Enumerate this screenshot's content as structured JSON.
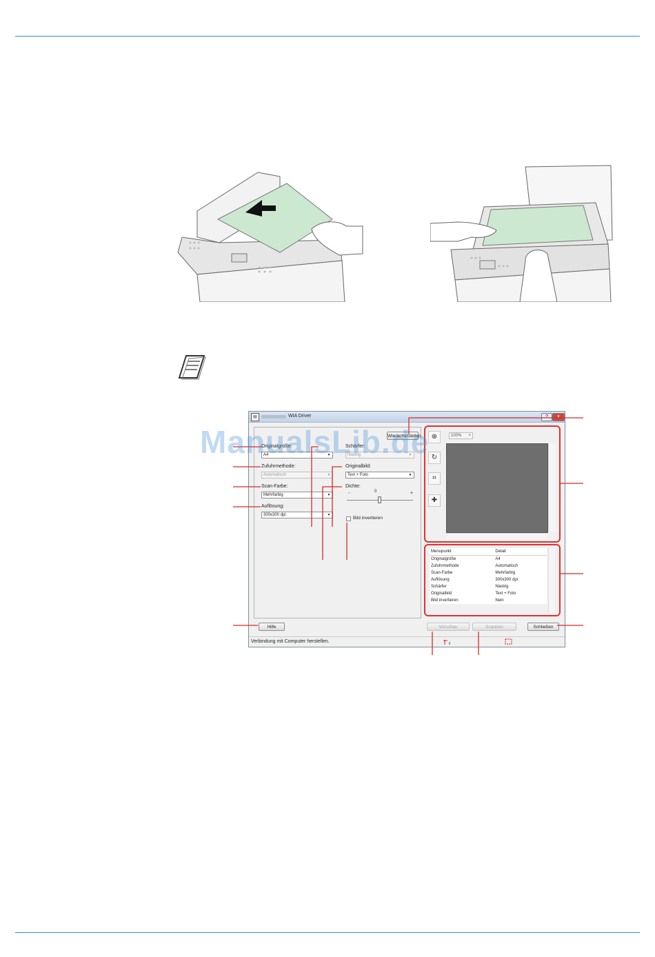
{
  "dialog": {
    "title": "WIA Driver",
    "help_icon": "?",
    "close_icon": "x",
    "restore_button": "Wiederherstellen",
    "labels": {
      "original_size": "Originalgröße:",
      "feed_method": "Zufuhrmethode:",
      "scan_color": "Scan-Farbe:",
      "resolution": "Auflösung:",
      "sharpness": "Schärfer:",
      "original_image": "Originalbild:",
      "density": "Dichte:",
      "invert": "Bild invertieren"
    },
    "values": {
      "original_size": "A4",
      "feed_method": "Automatisch",
      "scan_color": "Mehrfarbig",
      "resolution": "300x300 dpi",
      "sharpness": "Niedrig",
      "original_image": "Text + Foto",
      "density": "0",
      "invert_checked": false,
      "density_min_label": "-",
      "density_max_label": "+"
    },
    "preview": {
      "zoom": "100%",
      "zoom_plus": "+",
      "tools": [
        "zoom-icon",
        "rotate-icon",
        "crop-icon",
        "move-icon"
      ]
    },
    "info_table": {
      "headers": [
        "Menupunkt",
        "Detail"
      ],
      "rows": [
        [
          "Originalgröße",
          "A4"
        ],
        [
          "Zufuhrmethode",
          "Automatisch"
        ],
        [
          "Scan-Farbe",
          "Mehrfarbig"
        ],
        [
          "Auflösung",
          "300x300 dpi"
        ],
        [
          "Schärfer",
          "Niedrig"
        ],
        [
          "Originalbild",
          "Text + Foto"
        ],
        [
          "Bild invertieren",
          "Nein"
        ]
      ]
    },
    "buttons": {
      "help": "Hilfe",
      "preview": "Vorschau",
      "scan": "Scannen",
      "close": "Schließen"
    },
    "status": "Verbindung mit Computer herstellen."
  },
  "watermark": "ManualsLib.de",
  "colors": {
    "rule": "#2a8bd6",
    "callout": "#e03030",
    "paper": "#cde8d0"
  }
}
